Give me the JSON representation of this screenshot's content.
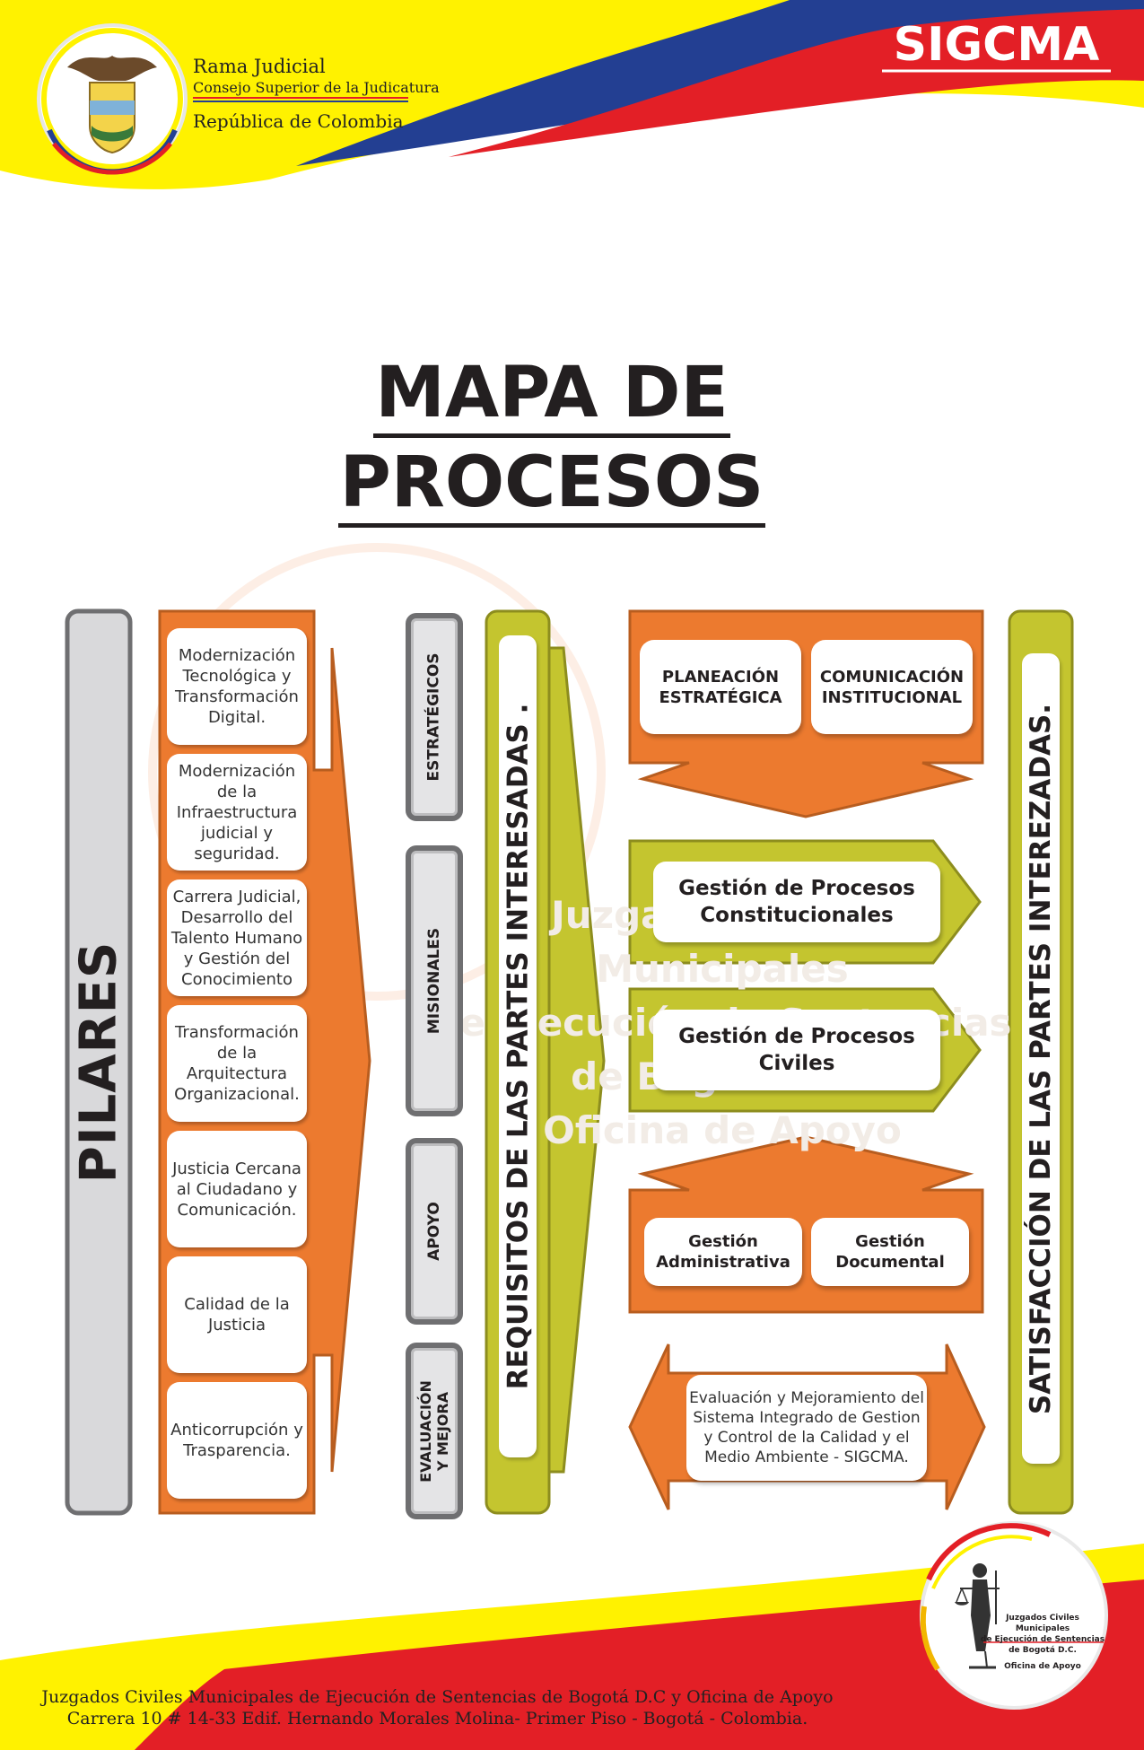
{
  "header": {
    "org_line1": "Rama Judicial",
    "org_line2": "Consejo Superior de la Judicatura",
    "org_line3": "República de Colombia",
    "brand": "SIGCMA"
  },
  "title": {
    "line1": "MAPA DE",
    "line2": "PROCESOS"
  },
  "left": {
    "pilares_label": "PILARES",
    "pillars": [
      "Modernización Tecnológica y Transformación Digital.",
      "Modernización de la Infraestructura judicial y seguridad.",
      "Carrera Judicial, Desarrollo del Talento Humano y Gestión del Conocimiento",
      "Transformación de la Arquitectura Organizacional.",
      "Justicia Cercana al Ciudadano y Comunicación.",
      "Calidad de la Justicia",
      "Anticorrupción y Trasparencia."
    ],
    "categories": [
      "ESTRATÉGICOS",
      "MISIONALES",
      "APOYO",
      "EVALUACIÓN Y MEJORA"
    ],
    "requirements_label": "REQUISITOS DE LAS PARTES INTERESADAS ."
  },
  "processes": {
    "strategic": [
      "PLANEACIÓN ESTRATÉGICA",
      "COMUNICACIÓN INSTITUCIONAL"
    ],
    "missional": [
      "Gestión de Procesos Constitucionales",
      "Gestión de Procesos Civiles"
    ],
    "support": [
      "Gestión Administrativa",
      "Gestión Documental"
    ],
    "evaluation": "Evaluación y Mejoramiento del Sistema Integrado de Gestion y Control de la Calidad y el Medio Ambiente - SIGCMA."
  },
  "right": {
    "satisfaction_label": "SATISFACCIÓN DE LAS PARTES INTEREZADAS."
  },
  "watermark": {
    "line1": "Juzgados Civiles Municipales",
    "line2": "de Ejecución de Sentencias",
    "line3": "de Bogotá D.C",
    "line4": "Oficina de Apoyo"
  },
  "seal": {
    "line1": "Juzgados Civiles Municipales",
    "line2": "de Ejecución de Sentencias",
    "line3": "de Bogotá D.C.",
    "line4": "Oficina de Apoyo"
  },
  "footer": {
    "line1": "Juzgados Civiles Municipales de Ejecución de Sentencias de Bogotá D.C y Oficina de Apoyo",
    "line2": "Carrera 10 # 14-33 Edif. Hernando Morales Molina- Primer Piso - Bogotá - Colombia."
  },
  "colors": {
    "orange": "#ec7a2f",
    "olive": "#c4c52f",
    "yellow": "#fff200",
    "blue": "#233f92",
    "red": "#e31f26",
    "gray": "#6f6f71"
  }
}
